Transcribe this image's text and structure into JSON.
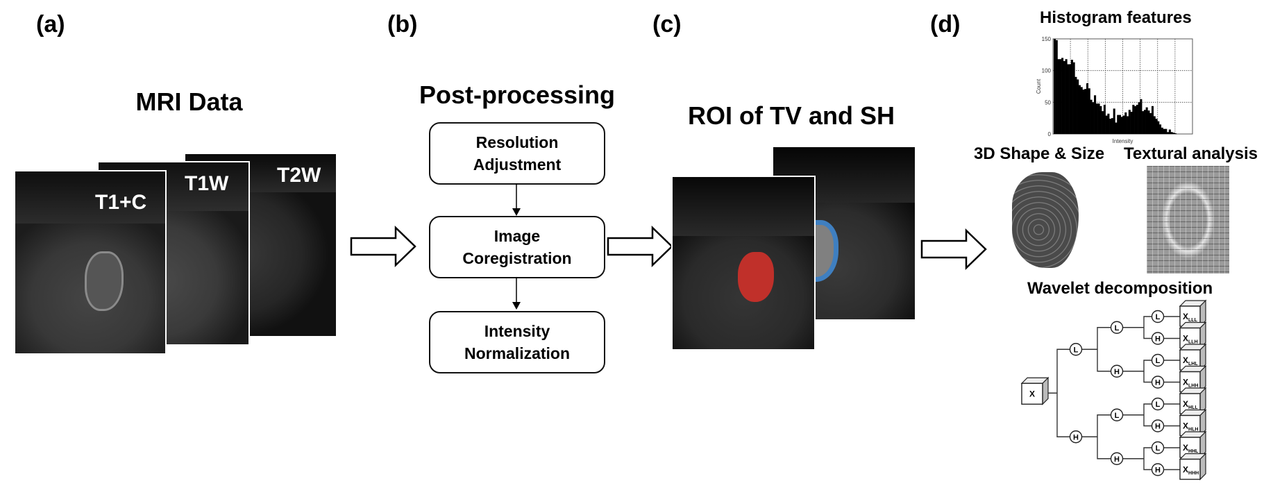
{
  "panels": {
    "a": {
      "label": "(a)",
      "title": "MRI Data",
      "sequences": [
        "T1+C",
        "T1W",
        "T2W"
      ]
    },
    "b": {
      "label": "(b)",
      "title": "Post-processing",
      "steps": [
        {
          "line1": "Resolution",
          "line2": "Adjustment"
        },
        {
          "line1": "Image",
          "line2": "Coregistration"
        },
        {
          "line1": "Intensity",
          "line2": "Normalization"
        }
      ]
    },
    "c": {
      "label": "(c)",
      "title": "ROI of TV and SH",
      "roi_colors": {
        "tumor_volume": "#c0302a",
        "surrounding_halo": "#3f7fc0"
      }
    },
    "d": {
      "label": "(d)",
      "histogram_title": "Histogram features",
      "shape_title": "3D Shape & Size",
      "texture_title": "Textural analysis",
      "wavelet_title": "Wavelet decomposition",
      "wavelet": {
        "root": "X",
        "level1": [
          "L",
          "H"
        ],
        "level2": [
          "L",
          "H",
          "L",
          "H"
        ],
        "level3": [
          "L",
          "H",
          "L",
          "H",
          "L",
          "H",
          "L",
          "H"
        ],
        "outputs": [
          {
            "base": "X",
            "sub": "LLL"
          },
          {
            "base": "X",
            "sub": "LLH"
          },
          {
            "base": "X",
            "sub": "LHL"
          },
          {
            "base": "X",
            "sub": "LHH"
          },
          {
            "base": "X",
            "sub": "HLL"
          },
          {
            "base": "X",
            "sub": "HLH"
          },
          {
            "base": "X",
            "sub": "HHL"
          },
          {
            "base": "X",
            "sub": "HHH"
          }
        ]
      }
    }
  },
  "chart_data": {
    "type": "bar",
    "title": "Histogram features",
    "xlabel": "Intensity",
    "ylabel": "Count",
    "ylim": [
      0,
      150
    ],
    "yticks": [
      0,
      50,
      100,
      150
    ],
    "grid": true,
    "values": [
      150,
      148,
      118,
      118,
      120,
      115,
      118,
      110,
      110,
      117,
      113,
      90,
      86,
      77,
      74,
      70,
      71,
      80,
      72,
      54,
      50,
      61,
      48,
      48,
      44,
      36,
      46,
      29,
      32,
      24,
      25,
      40,
      18,
      30,
      30,
      27,
      29,
      34,
      28,
      38,
      35,
      46,
      44,
      46,
      50,
      55,
      36,
      38,
      42,
      37,
      33,
      44,
      28,
      24,
      20,
      15,
      10,
      8,
      8,
      3,
      7,
      3,
      2,
      1
    ]
  }
}
